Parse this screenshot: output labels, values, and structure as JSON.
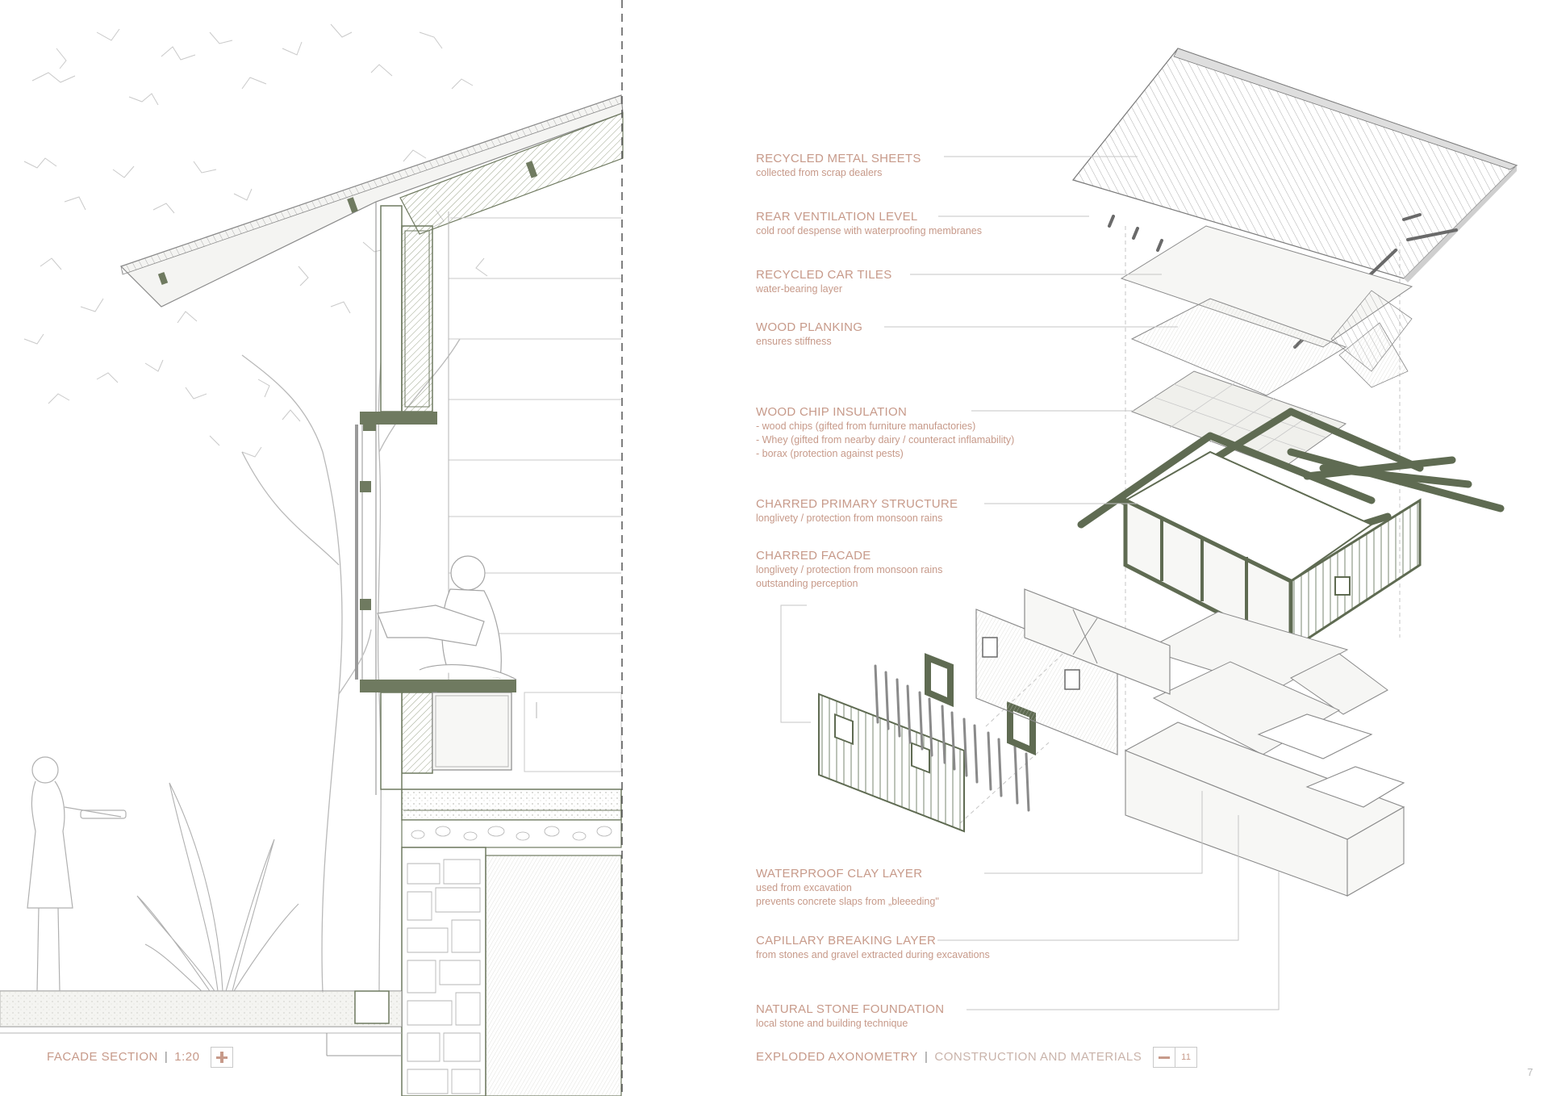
{
  "labels": [
    {
      "title": "RECYCLED METAL SHEETS",
      "lines": [
        "collected from scrap dealers"
      ]
    },
    {
      "title": "REAR VENTILATION LEVEL",
      "lines": [
        "cold roof despense with waterproofing membranes"
      ]
    },
    {
      "title": "RECYCLED CAR TILES",
      "lines": [
        "water-bearing layer"
      ]
    },
    {
      "title": "WOOD PLANKING",
      "lines": [
        "ensures stiffness"
      ]
    },
    {
      "title": "WOOD CHIP INSULATION",
      "lines": [
        "- wood chips (gifted from furniture manufactories)",
        "- Whey (gifted from nearby dairy / counteract inflamability)",
        "- borax (protection against pests)"
      ]
    },
    {
      "title": "CHARRED PRIMARY STRUCTURE",
      "lines": [
        "longlivety / protection from monsoon rains"
      ]
    },
    {
      "title": "CHARRED FACADE",
      "lines": [
        "longlivety / protection from monsoon rains",
        "outstanding perception"
      ]
    },
    {
      "title": "WATERPROOF CLAY LAYER",
      "lines": [
        "used from excavation",
        "prevents concrete slaps from „bleeeding\""
      ]
    },
    {
      "title": "CAPILLARY  BREAKING LAYER",
      "lines": [
        "from stones and gravel extracted during excavations"
      ]
    },
    {
      "title": "NATURAL STONE FOUNDATION",
      "lines": [
        "local stone and building technique"
      ]
    }
  ],
  "footer_left": {
    "title": "FACADE SECTION",
    "separator": "|",
    "scale": "1:20"
  },
  "footer_right": {
    "title": "EXPLODED AXONOMETRY",
    "separator": "|",
    "subtitle": "CONSTRUCTION AND MATERIALS",
    "badge_number": "11"
  },
  "page_number": "7",
  "colors": {
    "accent_text": "#c79a8a",
    "charred_green": "#5f6b52",
    "line_gray": "#b5b5b5",
    "ground_fill": "#ecece6"
  }
}
